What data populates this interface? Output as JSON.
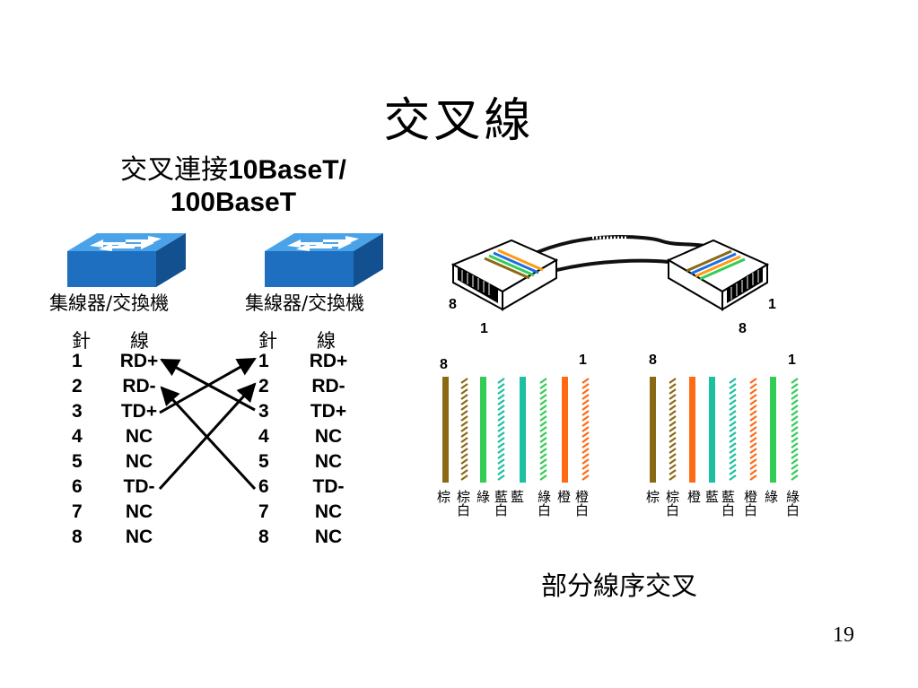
{
  "slide": {
    "title": "交叉線",
    "subtitle_cjk": "交叉連接",
    "subtitle_line1": "10BaseT/",
    "subtitle_line2": "100BaseT",
    "caption": "部分線序交叉",
    "page_number": "19"
  },
  "hubs": [
    {
      "label": "集線器/交換機"
    },
    {
      "label": "集線器/交換機"
    }
  ],
  "pinout": {
    "header_pin": "針",
    "header_signal": "線",
    "left": [
      {
        "pin": "1",
        "signal": "RD+"
      },
      {
        "pin": "2",
        "signal": "RD-"
      },
      {
        "pin": "3",
        "signal": "TD+"
      },
      {
        "pin": "4",
        "signal": "NC"
      },
      {
        "pin": "5",
        "signal": "NC"
      },
      {
        "pin": "6",
        "signal": "TD-"
      },
      {
        "pin": "7",
        "signal": "NC"
      },
      {
        "pin": "8",
        "signal": "NC"
      }
    ],
    "right": [
      {
        "pin": "1",
        "signal": "RD+"
      },
      {
        "pin": "2",
        "signal": "RD-"
      },
      {
        "pin": "3",
        "signal": "TD+"
      },
      {
        "pin": "4",
        "signal": "NC"
      },
      {
        "pin": "5",
        "signal": "NC"
      },
      {
        "pin": "6",
        "signal": "TD-"
      },
      {
        "pin": "7",
        "signal": "NC"
      },
      {
        "pin": "8",
        "signal": "NC"
      }
    ],
    "crossings": [
      {
        "from": "3",
        "to": "1"
      },
      {
        "from": "6",
        "to": "2"
      },
      {
        "from": "1",
        "to": "3"
      },
      {
        "from": "2",
        "to": "6"
      }
    ]
  },
  "cable_labels": {
    "left_end": {
      "top": "8",
      "bottom": "1"
    },
    "right_end": {
      "top": "1",
      "bottom": "8"
    }
  },
  "wiring_a": {
    "left_num": "8",
    "right_num": "1",
    "wires": [
      {
        "color": "#8B6914",
        "striped": false,
        "label1": "棕",
        "label2": ""
      },
      {
        "color": "#8B6914",
        "striped": true,
        "label1": "棕",
        "label2": "白"
      },
      {
        "color": "#33CC55",
        "striped": false,
        "label1": "綠",
        "label2": ""
      },
      {
        "color": "#1CBFA0",
        "striped": true,
        "label1": "藍",
        "label2": "白"
      },
      {
        "color": "#1CBFA0",
        "striped": false,
        "label1": "藍",
        "label2": ""
      },
      {
        "color": "#33CC55",
        "striped": true,
        "label1": "綠",
        "label2": "白"
      },
      {
        "color": "#FF6A13",
        "striped": false,
        "label1": "橙",
        "label2": ""
      },
      {
        "color": "#FF6A13",
        "striped": true,
        "label1": "橙",
        "label2": "白"
      }
    ]
  },
  "wiring_b": {
    "left_num": "8",
    "right_num": "1",
    "wires": [
      {
        "color": "#8B6914",
        "striped": false,
        "label1": "棕",
        "label2": ""
      },
      {
        "color": "#8B6914",
        "striped": true,
        "label1": "棕",
        "label2": "白"
      },
      {
        "color": "#FF6A13",
        "striped": false,
        "label1": "橙",
        "label2": ""
      },
      {
        "color": "#1CBFA0",
        "striped": false,
        "label1": "藍",
        "label2": ""
      },
      {
        "color": "#1CBFA0",
        "striped": true,
        "label1": "藍",
        "label2": "白"
      },
      {
        "color": "#FF6A13",
        "striped": true,
        "label1": "橙",
        "label2": "白"
      },
      {
        "color": "#33CC55",
        "striped": false,
        "label1": "綠",
        "label2": ""
      },
      {
        "color": "#33CC55",
        "striped": true,
        "label1": "綠",
        "label2": "白"
      }
    ]
  }
}
